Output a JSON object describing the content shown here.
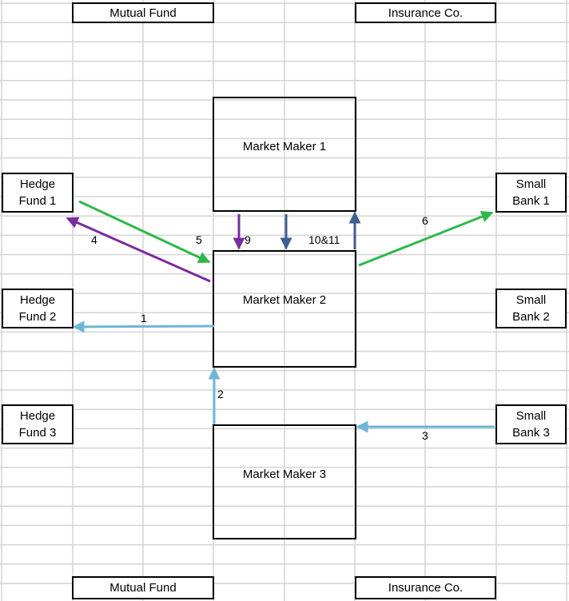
{
  "entities": {
    "mutual_fund_top": "Mutual Fund",
    "insurance_top": "Insurance Co.",
    "mutual_fund_bottom": "Mutual Fund",
    "insurance_bottom": "Insurance Co.",
    "hedge_fund_1": [
      "Hedge",
      "Fund 1"
    ],
    "hedge_fund_2": [
      "Hedge",
      "Fund 2"
    ],
    "hedge_fund_3": [
      "Hedge",
      "Fund 3"
    ],
    "small_bank_1": [
      "Small",
      "Bank 1"
    ],
    "small_bank_2": [
      "Small",
      "Bank 2"
    ],
    "small_bank_3": [
      "Small",
      "Bank 3"
    ],
    "market_maker_1": "Market Maker 1",
    "market_maker_2": "Market Maker 2",
    "market_maker_3": "Market Maker 3"
  },
  "flow_labels": {
    "l1": "1",
    "l2": "2",
    "l3": "3",
    "l4": "4",
    "l5": "5",
    "l6": "6",
    "l9": "9",
    "l10_11": "10&11"
  },
  "colors": {
    "green": "#2db84a",
    "purple": "#7b2aa0",
    "light_blue": "#6eb6d6",
    "dark_blue": "#3e5f8f",
    "grid": "#d4d4d4"
  }
}
